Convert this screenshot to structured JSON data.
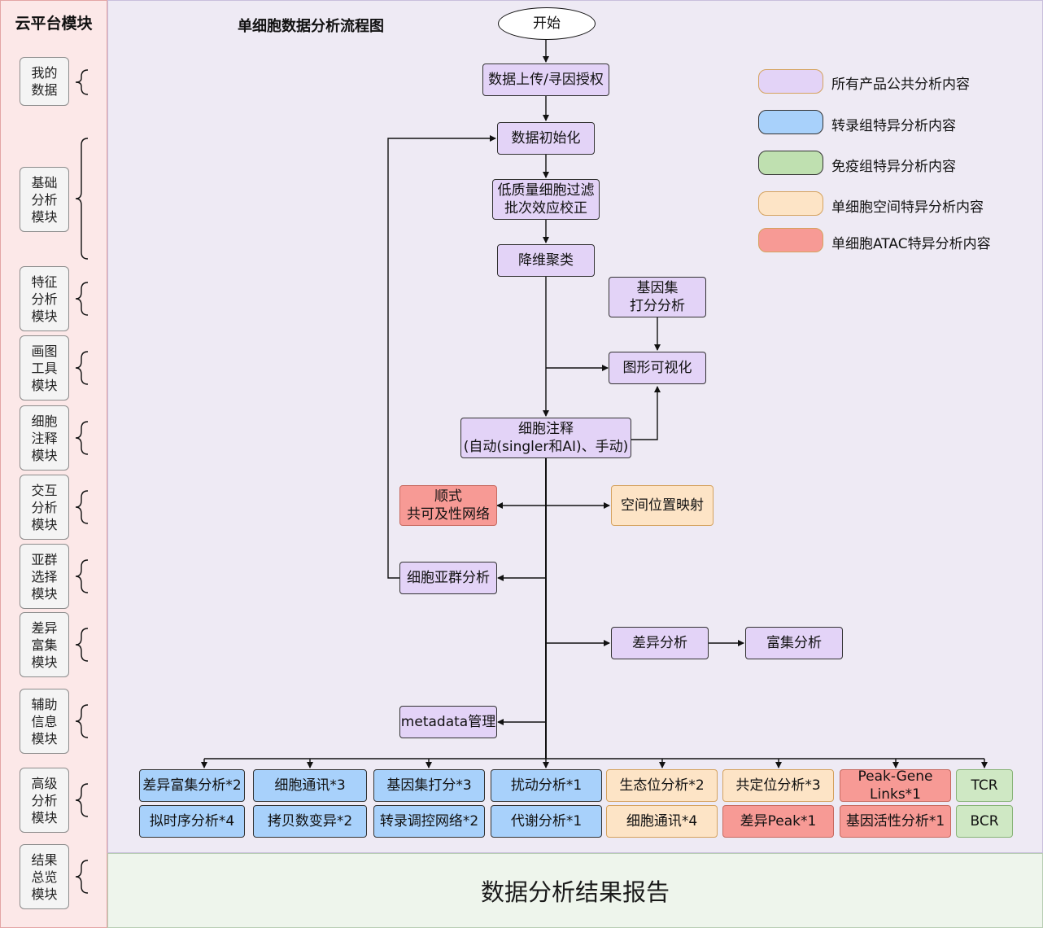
{
  "sidebar": {
    "title": "云平台模块",
    "modules": [
      "我的\n数据",
      "基础\n分析\n模块",
      "特征\n分析\n模块",
      "画图\n工具\n模块",
      "细胞\n注释\n模块",
      "交互\n分析\n模块",
      "亚群\n选择\n模块",
      "差异\n富集\n模块",
      "辅助\n信息\n模块",
      "高级\n分析\n模块",
      "结果\n总览\n模块"
    ]
  },
  "diagram": {
    "title": "单细胞数据分析流程图",
    "nodes": {
      "start": "开始",
      "upload": "数据上传/寻因授权",
      "init": "数据初始化",
      "qc": "低质量细胞过滤\n批次效应校正",
      "dimred": "降维聚类",
      "geneset": "基因集\n打分分析",
      "viz": "图形可视化",
      "annot": "细胞注释\n(自动(singler和AI)、手动)",
      "cis": "顺式\n共可及性网络",
      "spatial": "空间位置映射",
      "subcluster": "细胞亚群分析",
      "diff": "差异分析",
      "enrich": "富集分析",
      "metadata": "metadata管理"
    },
    "advanced": [
      "差异富集分析*2",
      "细胞通讯*3",
      "基因集打分*3",
      "扰动分析*1",
      "生态位分析*2",
      "共定位分析*3",
      "Peak-Gene\nLinks*1",
      "TCR",
      "拟时序分析*4",
      "拷贝数变异*2",
      "转录调控网络*2",
      "代谢分析*1",
      "细胞通讯*4",
      "差异Peak*1",
      "基因活性分析*1",
      "BCR"
    ],
    "report": "数据分析结果报告"
  },
  "legend": [
    {
      "label": "所有产品公共分析内容",
      "color": "#e3d3f7"
    },
    {
      "label": "转录组特异分析内容",
      "color": "#a8d1fb"
    },
    {
      "label": "免疫组特异分析内容",
      "color": "#bfe0b0"
    },
    {
      "label": "单细胞空间特异分析内容",
      "color": "#fde4c6"
    },
    {
      "label": "单细胞ATAC特异分析内容",
      "color": "#f79a95"
    }
  ]
}
